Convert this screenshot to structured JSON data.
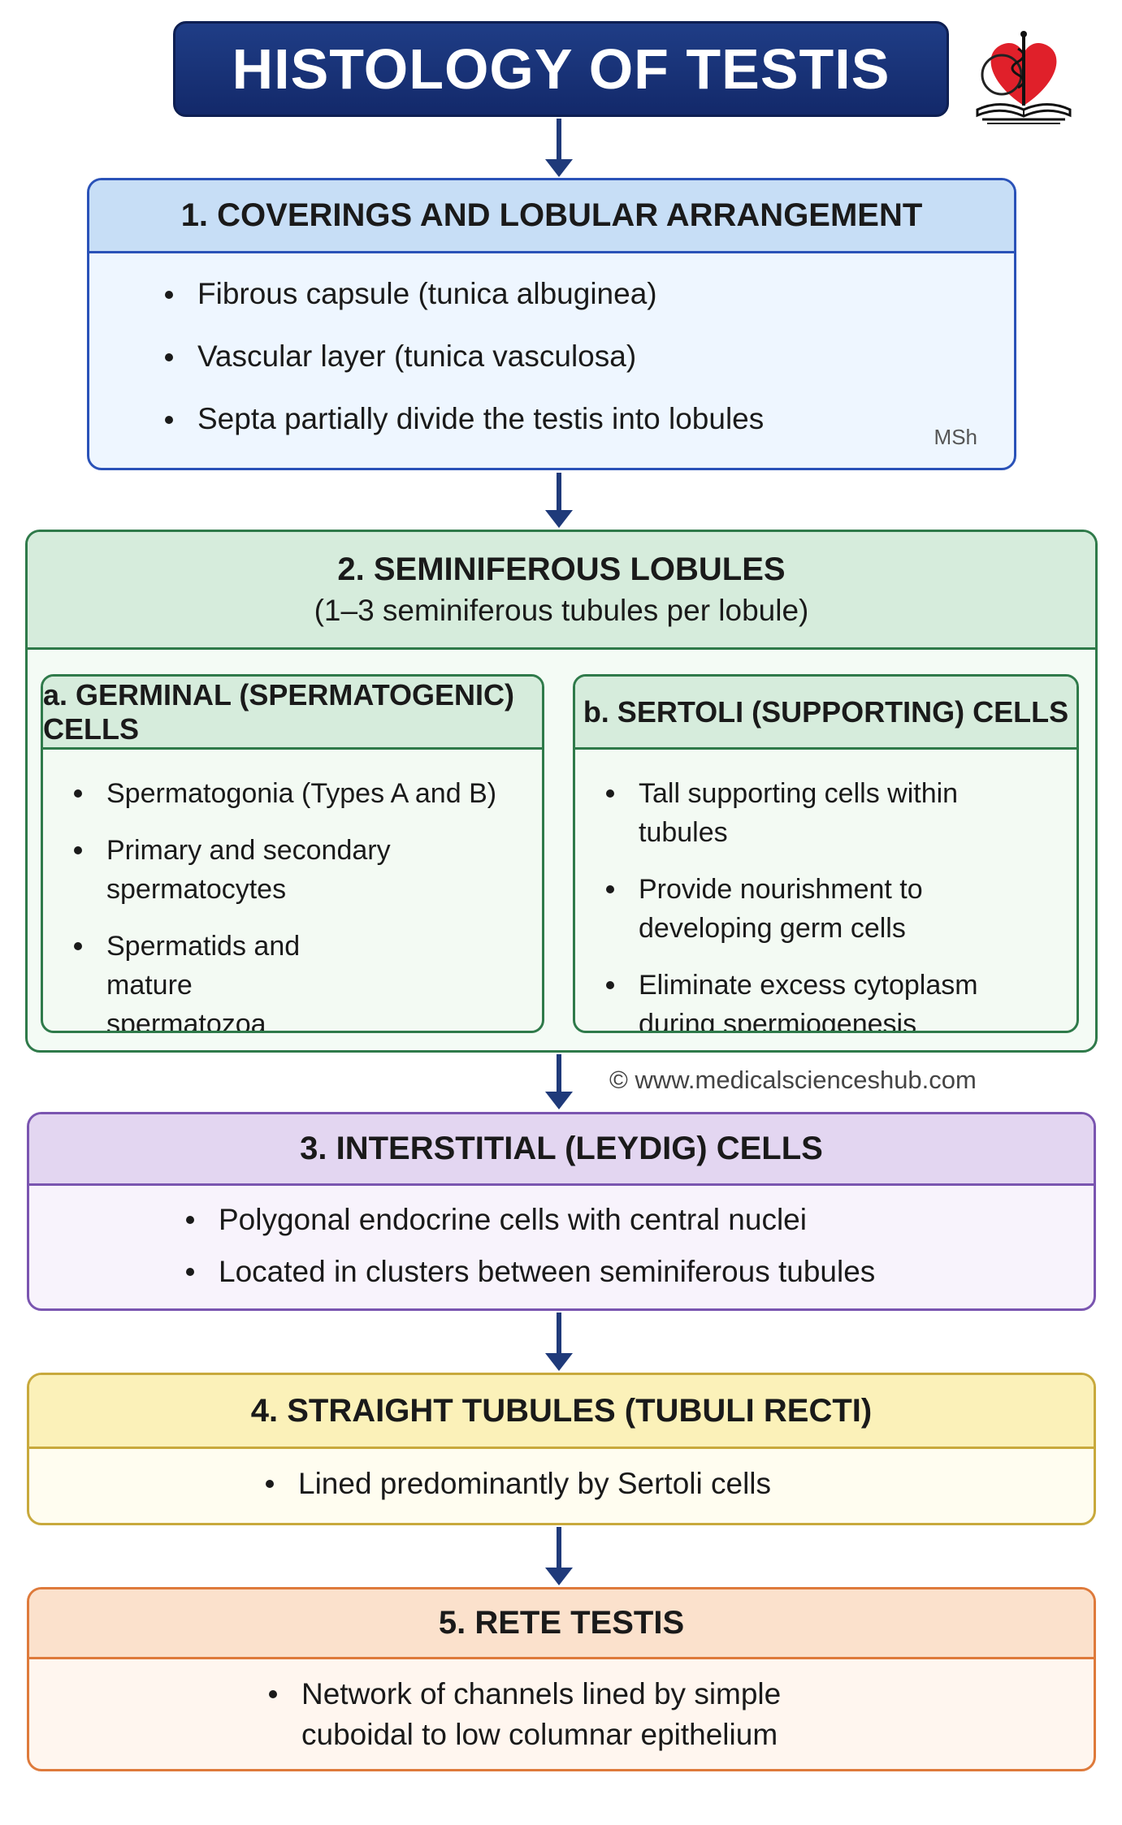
{
  "title": "HISTOLOGY OF TESTIS",
  "logo_icon": "heart-caduceus-book-icon",
  "watermark_small": "MSh",
  "watermark_site": "© www.medicalscienceshub.com",
  "sections": [
    {
      "heading": "1. COVERINGS AND LOBULAR ARRANGEMENT",
      "items": [
        "Fibrous capsule (tunica albuginea)",
        "Vascular layer (tunica vasculosa)",
        "Septa partially divide the testis into lobules"
      ]
    },
    {
      "heading": "2.  SEMINIFEROUS LOBULES",
      "subheading": "(1–3  seminiferous tubules per lobule)",
      "subsections": [
        {
          "heading": "a.  GERMINAL (SPERMATOGENIC) CELLS",
          "items": [
            "Spermatogonia (Types A and B)",
            "Primary and secondary spermatocytes",
            "Spermatids and mature spermatozoa"
          ]
        },
        {
          "heading": "b.  SERTOLI (SUPPORTING) CELLS",
          "items": [
            "Tall supporting cells within tubules",
            "Provide nourishment to developing germ cells",
            "Eliminate excess cytoplasm during spermiogenesis"
          ]
        }
      ]
    },
    {
      "heading": "3.  INTERSTITIAL (LEYDIG) CELLS",
      "items": [
        "Polygonal endocrine cells with central nuclei",
        "Located in clusters between seminiferous tubules"
      ]
    },
    {
      "heading": "4.  STRAIGHT TUBULES (TUBULI RECTI)",
      "items": [
        "Lined predominantly by Sertoli cells"
      ]
    },
    {
      "heading": "5.  RETE TESTIS",
      "items": [
        "Network of channels lined by simple cuboidal to low columnar epithelium"
      ]
    }
  ],
  "colors": {
    "title_bg": "#1f3d86",
    "arrow": "#1f3a7a",
    "section1": "#2a52b8",
    "section2": "#2f7a4a",
    "section3": "#7a55b0",
    "section4": "#c8a93c",
    "section5": "#de7a3b"
  }
}
